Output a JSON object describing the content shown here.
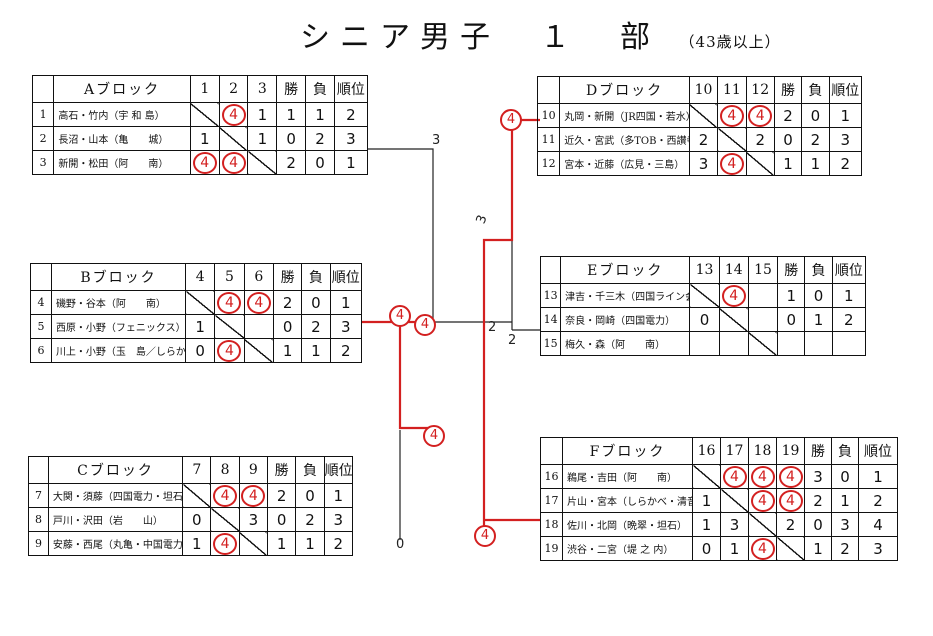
{
  "title": {
    "main": "シニア男子　１　部",
    "sub": "（43歳以上）"
  },
  "blocks": {
    "A": {
      "name": "Aブロック",
      "cols": [
        "1",
        "2",
        "3"
      ],
      "wins_label": "勝",
      "losses_label": "負",
      "rank_label": "順位",
      "rows": [
        {
          "no": "1",
          "team": "高石・竹内（宇 和 島）",
          "cells": [
            "",
            "4",
            "1"
          ],
          "wins": "1",
          "losses": "1",
          "rank": "2"
        },
        {
          "no": "2",
          "team": "長沼・山本（亀　　城）",
          "cells": [
            "1",
            "",
            "1"
          ],
          "wins": "0",
          "losses": "2",
          "rank": "3"
        },
        {
          "no": "3",
          "team": "新開・松田（阿　　南）",
          "cells": [
            "4",
            "4",
            ""
          ],
          "wins": "2",
          "losses": "0",
          "rank": "1"
        }
      ]
    },
    "B": {
      "name": "Bブロック",
      "cols": [
        "4",
        "5",
        "6"
      ],
      "wins_label": "勝",
      "losses_label": "負",
      "rank_label": "順位",
      "rows": [
        {
          "no": "4",
          "team": "磯野・谷本（阿　　南）",
          "cells": [
            "",
            "4",
            "4"
          ],
          "wins": "2",
          "losses": "0",
          "rank": "1"
        },
        {
          "no": "5",
          "team": "西原・小野（フェニックス）",
          "cells": [
            "1",
            "",
            ""
          ],
          "wins": "0",
          "losses": "2",
          "rank": "3"
        },
        {
          "no": "6",
          "team": "川上・小野（玉　島／しらかべ）",
          "cells": [
            "0",
            "4",
            ""
          ],
          "wins": "1",
          "losses": "1",
          "rank": "2"
        }
      ]
    },
    "C": {
      "name": "Cブロック",
      "cols": [
        "7",
        "8",
        "9"
      ],
      "wins_label": "勝",
      "losses_label": "負",
      "rank_label": "順位",
      "rows": [
        {
          "no": "7",
          "team": "大関・須藤（四国電力・坦石）",
          "cells": [
            "",
            "4",
            "4"
          ],
          "wins": "2",
          "losses": "0",
          "rank": "1"
        },
        {
          "no": "8",
          "team": "戸川・沢田（岩　　山）",
          "cells": [
            "0",
            "",
            "3"
          ],
          "wins": "0",
          "losses": "2",
          "rank": "3"
        },
        {
          "no": "9",
          "team": "安藤・西尾（丸亀・中国電力）",
          "cells": [
            "1",
            "4",
            ""
          ],
          "wins": "1",
          "losses": "1",
          "rank": "2"
        }
      ]
    },
    "D": {
      "name": "Dブロック",
      "cols": [
        "10",
        "11",
        "12"
      ],
      "wins_label": "勝",
      "losses_label": "負",
      "rank_label": "順位",
      "rows": [
        {
          "no": "10",
          "team": "丸岡・新開（JR四国・若水）",
          "cells": [
            "",
            "4",
            "4"
          ],
          "wins": "2",
          "losses": "0",
          "rank": "1"
        },
        {
          "no": "11",
          "team": "近久・宮武（多TOB・西讃寺）",
          "cells": [
            "2",
            "",
            "2"
          ],
          "wins": "0",
          "losses": "2",
          "rank": "3"
        },
        {
          "no": "12",
          "team": "宮本・近藤（広見・三島）",
          "cells": [
            "3",
            "4",
            ""
          ],
          "wins": "1",
          "losses": "1",
          "rank": "2"
        }
      ]
    },
    "E": {
      "name": "Eブロック",
      "cols": [
        "13",
        "14",
        "15"
      ],
      "wins_label": "勝",
      "losses_label": "負",
      "rank_label": "順位",
      "rows": [
        {
          "no": "13",
          "team": "津吉・千三木（四国ライン会／にきたつ）",
          "cells": [
            "",
            "4",
            ""
          ],
          "wins": "1",
          "losses": "0",
          "rank": "1"
        },
        {
          "no": "14",
          "team": "奈良・岡崎（四国電力）",
          "cells": [
            "0",
            "",
            ""
          ],
          "wins": "0",
          "losses": "1",
          "rank": "2"
        },
        {
          "no": "15",
          "team": "梅久・森（阿　　南）",
          "cells": [
            "",
            "",
            ""
          ],
          "wins": "",
          "losses": "",
          "rank": ""
        }
      ]
    },
    "F": {
      "name": "Fブロック",
      "cols": [
        "16",
        "17",
        "18",
        "19"
      ],
      "wins_label": "勝",
      "losses_label": "負",
      "rank_label": "順位",
      "rows": [
        {
          "no": "16",
          "team": "鵜尾・吉田（阿　　南）",
          "cells": [
            "",
            "4",
            "4",
            "4"
          ],
          "wins": "3",
          "losses": "0",
          "rank": "1"
        },
        {
          "no": "17",
          "team": "片山・宮本（しらかべ・清音）",
          "cells": [
            "1",
            "",
            "4",
            "4"
          ],
          "wins": "2",
          "losses": "1",
          "rank": "2"
        },
        {
          "no": "18",
          "team": "佐川・北岡（晩翠・坦石）",
          "cells": [
            "1",
            "3",
            "",
            "2"
          ],
          "wins": "0",
          "losses": "3",
          "rank": "4"
        },
        {
          "no": "19",
          "team": "渋谷・二宮（堤 之 内）",
          "cells": [
            "0",
            "1",
            "4",
            ""
          ],
          "wins": "1",
          "losses": "2",
          "rank": "3"
        }
      ]
    }
  },
  "bracket": {
    "score_a": "3",
    "score_b_top": "4",
    "score_b_right": "4",
    "score_c_mid": "4",
    "score_c": "0",
    "score_center": "2",
    "score_d": "4",
    "score_de": "3",
    "score_e": "2",
    "score_f": "4",
    "red_color": "#d32020"
  }
}
